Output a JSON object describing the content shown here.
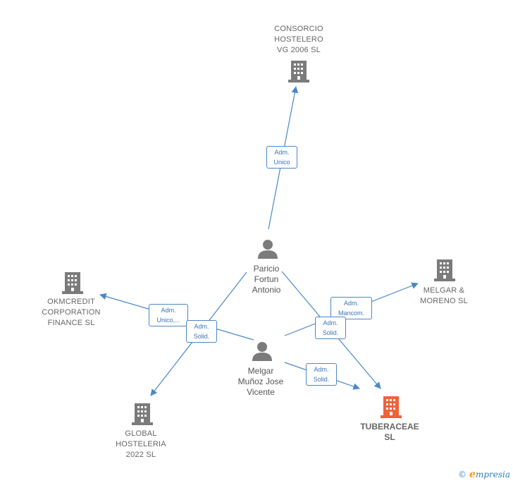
{
  "colors": {
    "edge": "#4a87c9",
    "company": "#7b7b7b",
    "focus_company": "#f0623a",
    "person": "#7b7b7b"
  },
  "nodes": {
    "consorcio": {
      "label": "CONSORCIO\nHOSTELERO\nVG 2006 SL",
      "icon": "building-icon"
    },
    "okmcredit": {
      "label": "OKMCREDIT\nCORPORATION\nFINANCE  SL",
      "icon": "building-icon"
    },
    "melgar_moreno": {
      "label": "MELGAR &\nMORENO  SL",
      "icon": "building-icon"
    },
    "global": {
      "label": "GLOBAL\nHOSTELERIA\n2022  SL",
      "icon": "building-icon"
    },
    "tuberaceae": {
      "label": "TUBERACEAE\nSL",
      "icon": "building-icon"
    },
    "paricio": {
      "label": "Paricio\nFortun\nAntonio",
      "icon": "person-icon"
    },
    "melgar_jose": {
      "label": "Melgar\nMuñoz Jose\nVicente",
      "icon": "person-icon"
    }
  },
  "edge_labels": {
    "paricio_consorcio": "Adm.\nUnico",
    "paricio_okmcredit": "Adm.\nUnico,...",
    "paricio_global": "Adm.\nSolid.",
    "paricio_melgar_moreno": "Adm.\nMancom.",
    "melgar_tuberaceae_upper": "Adm.\nSolid.",
    "melgar_tuberaceae_lower": "Adm.\nSolid."
  },
  "brand": {
    "copyright": "©",
    "e": "e",
    "name": "mpresia"
  }
}
